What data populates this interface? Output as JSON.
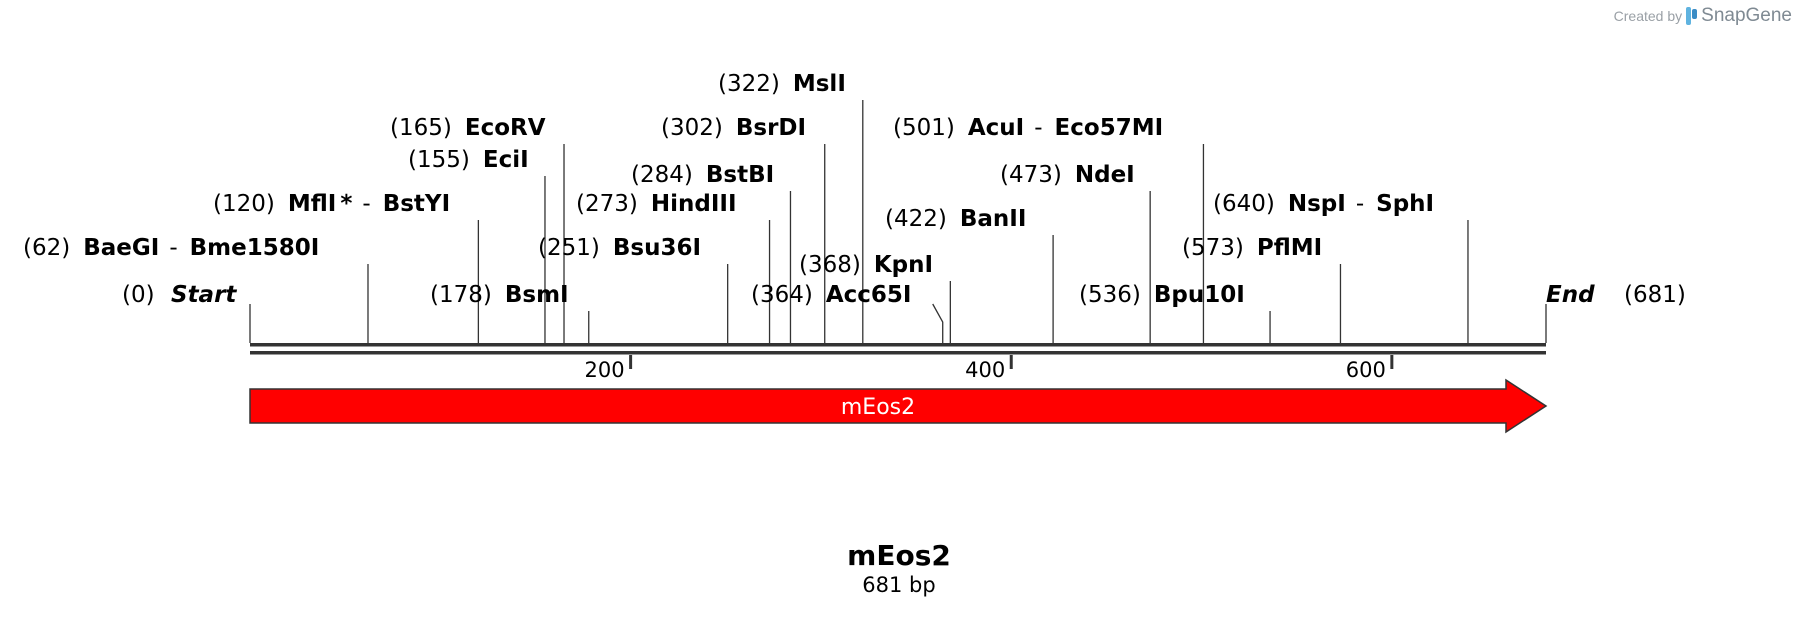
{
  "brand": {
    "prefix": "Created by",
    "name": "SnapGene"
  },
  "sequence": {
    "name": "mEos2",
    "length_label": "681 bp",
    "length": 681
  },
  "colors": {
    "feature": "#ff0000",
    "line": "#333333",
    "label": "#000000"
  },
  "axis": {
    "ticks": [
      200,
      400,
      600
    ]
  },
  "feature": {
    "name": "mEos2",
    "start": 0,
    "end": 681,
    "direction": "forward"
  },
  "ends": {
    "start": {
      "pos": 0,
      "pos_label": "(0)",
      "label": "Start"
    },
    "end": {
      "pos": 681,
      "pos_label": "(681)",
      "label": "End"
    }
  },
  "sites": [
    {
      "pos": 62,
      "pos_label": "(62)",
      "names": [
        "BaeGI",
        "Bme1580I"
      ]
    },
    {
      "pos": 120,
      "pos_label": "(120)",
      "names": [
        "MflI",
        "BstYI"
      ],
      "star": true
    },
    {
      "pos": 155,
      "pos_label": "(155)",
      "names": [
        "EciI"
      ]
    },
    {
      "pos": 165,
      "pos_label": "(165)",
      "names": [
        "EcoRV"
      ]
    },
    {
      "pos": 178,
      "pos_label": "(178)",
      "names": [
        "BsmI"
      ]
    },
    {
      "pos": 251,
      "pos_label": "(251)",
      "names": [
        "Bsu36I"
      ]
    },
    {
      "pos": 273,
      "pos_label": "(273)",
      "names": [
        "HindIII"
      ]
    },
    {
      "pos": 284,
      "pos_label": "(284)",
      "names": [
        "BstBI"
      ]
    },
    {
      "pos": 302,
      "pos_label": "(302)",
      "names": [
        "BsrDI"
      ]
    },
    {
      "pos": 322,
      "pos_label": "(322)",
      "names": [
        "MslI"
      ]
    },
    {
      "pos": 364,
      "pos_label": "(364)",
      "names": [
        "Acc65I"
      ]
    },
    {
      "pos": 368,
      "pos_label": "(368)",
      "names": [
        "KpnI"
      ]
    },
    {
      "pos": 422,
      "pos_label": "(422)",
      "names": [
        "BanII"
      ]
    },
    {
      "pos": 473,
      "pos_label": "(473)",
      "names": [
        "NdeI"
      ]
    },
    {
      "pos": 501,
      "pos_label": "(501)",
      "names": [
        "AcuI",
        "Eco57MI"
      ]
    },
    {
      "pos": 536,
      "pos_label": "(536)",
      "names": [
        "Bpu10I"
      ]
    },
    {
      "pos": 573,
      "pos_label": "(573)",
      "names": [
        "PflMI"
      ]
    },
    {
      "pos": 640,
      "pos_label": "(640)",
      "names": [
        "NspI",
        "SphI"
      ]
    }
  ]
}
